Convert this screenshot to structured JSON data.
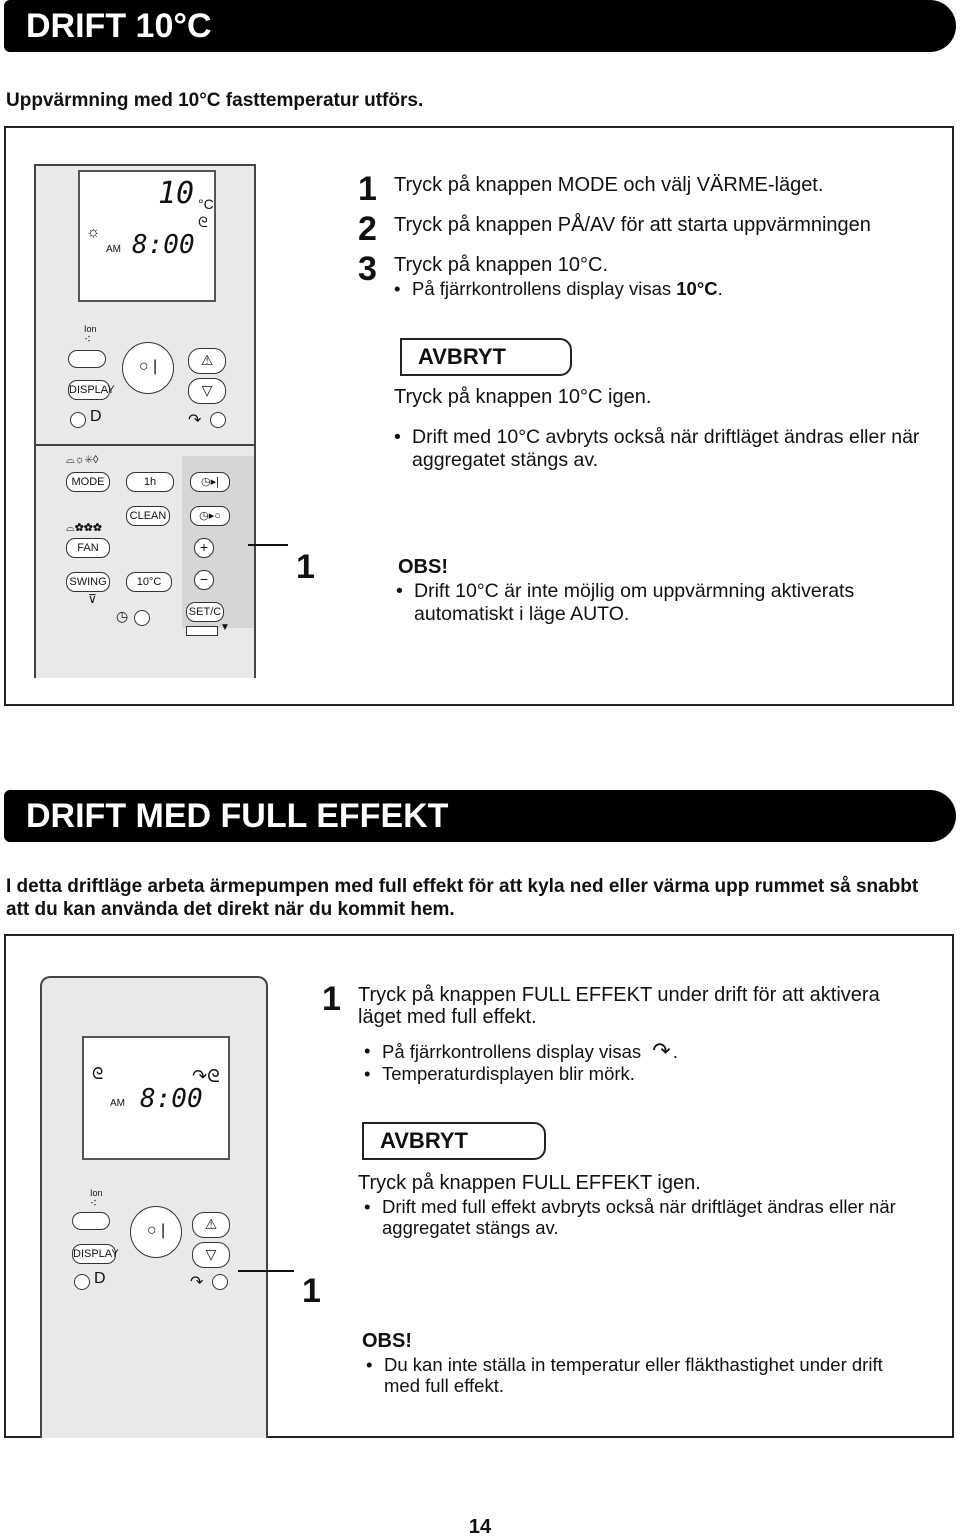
{
  "section1": {
    "title": "DRIFT 10°C",
    "intro": "Uppvärmning med 10°C fasttemperatur utförs.",
    "steps": [
      {
        "num": "1",
        "text": "Tryck på knappen MODE och välj VÄRME-läget."
      },
      {
        "num": "2",
        "text": "Tryck på knappen PÅ/AV för att starta uppvärmningen"
      },
      {
        "num": "3",
        "text": "Tryck på knappen 10°C."
      }
    ],
    "step3_bullet_prefix": "På fjärrkontrollens display visas ",
    "step3_bullet_value": "10°C",
    "step3_bullet_suffix": ".",
    "cancel_label": "AVBRYT",
    "cancel_text": "Tryck på knappen 10°C igen.",
    "cancel_bullet": "Drift med 10°C avbryts också när driftläget ändras eller när aggregatet stängs av.",
    "obs_label": "OBS!",
    "obs_bullet": "Drift 10°C är inte möjlig om uppvärmning aktiverats automatiskt i läge AUTO.",
    "callout_num": "1",
    "remote": {
      "temp": "10",
      "unit": "°C",
      "am": "AM",
      "clock": "8:00",
      "ion": "Ion",
      "display": "DISPLAY",
      "mode": "MODE",
      "timer_1h": "1h",
      "clean": "CLEAN",
      "fan": "FAN",
      "swing": "SWING",
      "ten_c": "10°C",
      "setc": "SET/C",
      "power_symbol": "○ |",
      "bullet_dot": "•"
    }
  },
  "section2": {
    "title": "DRIFT MED FULL EFFEKT",
    "intro": "I detta driftläge arbeta ärmepumpen med full effekt för att kyla ned eller värma upp rummet så snabbt att du kan använda det direkt när du kommit hem.",
    "step_num": "1",
    "step_text": "Tryck på knappen FULL EFFEKT under drift för att aktivera läget med full effekt.",
    "bullet1": "På fjärrkontrollens display visas",
    "bullet1_suffix": ".",
    "bullet2": "Temperaturdisplayen blir mörk.",
    "cancel_label": "AVBRYT",
    "cancel_text": "Tryck på knappen FULL EFFEKT igen.",
    "cancel_bullet": "Drift med full effekt avbryts också när driftläget ändras eller när aggregatet stängs av.",
    "obs_label": "OBS!",
    "obs_bullet": "Du kan inte ställa in temperatur eller fläkthastighet under drift med full effekt.",
    "callout_num": "1",
    "remote": {
      "am": "AM",
      "clock": "8:00",
      "ion": "Ion",
      "display": "DISPLAY",
      "power_symbol": "○ |"
    }
  },
  "page_number": "14"
}
